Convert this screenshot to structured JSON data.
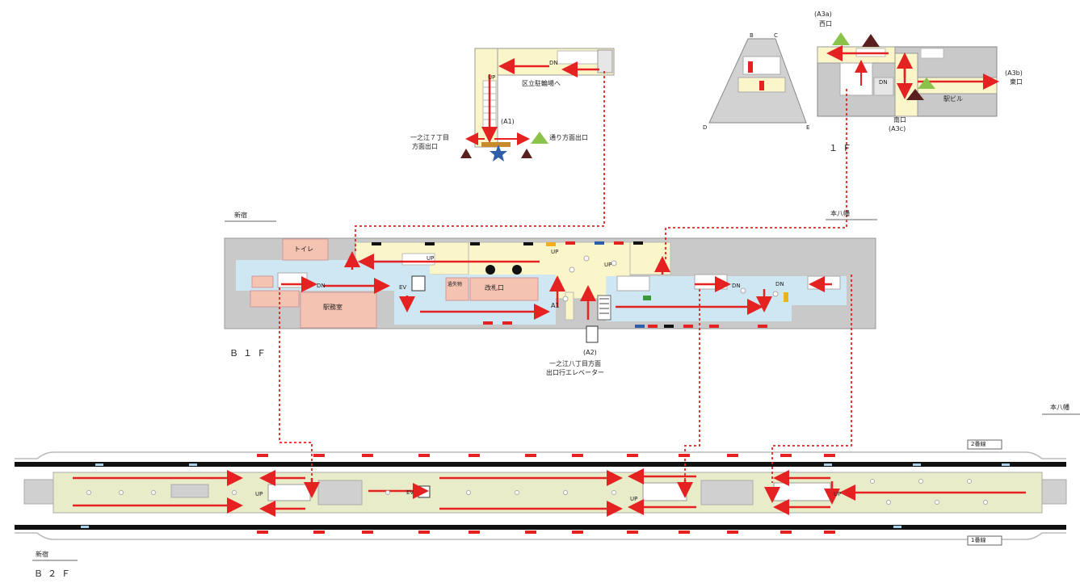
{
  "floors": {
    "b1f": "Ｂ１Ｆ",
    "b2f": "Ｂ２Ｆ",
    "f1": "１Ｆ"
  },
  "directions": {
    "shinjuku_b1": "新宿",
    "motoyawata_b1": "本八幡",
    "shinjuku_b2": "新宿",
    "motoyawata_b2": "本八幡"
  },
  "tracks": {
    "track2": "2番線",
    "track1": "1番線"
  },
  "exit_a1": {
    "label": "(A1)",
    "west_exit": [
      "一之江７丁目",
      "方面出口"
    ],
    "east_exit": "通り方面出口",
    "parking": "区立駐輪場へ"
  },
  "exit_a2": {
    "label": "(A2)",
    "desc": [
      "一之江八丁目方面",
      "出口行エレベーター"
    ]
  },
  "exit_a3": {
    "a3a": "(A3a)",
    "west": "西口",
    "a3b": "(A3b)",
    "east": "東口",
    "south": "南口",
    "a3c": "(A3c)",
    "building": "駅ビル"
  },
  "rooms": {
    "toilet": "トイレ",
    "station_office": "駅務室",
    "ticket_gate": "改札口",
    "a1_tag": "A1",
    "lost": "遺失物"
  },
  "marks": {
    "up": "UP",
    "dn": "DN",
    "ev": "EV"
  },
  "colors": {
    "concourse_blue": "#cfe6f3",
    "paid_yellow": "#fbf6c9",
    "room_pink": "#f5c3b2",
    "wall_gray": "#c9c9c9",
    "platform": "#e9ecc9",
    "route_red": "#e52222",
    "exit_green": "#8bc34a",
    "exit_brown": "#5a1f1f",
    "star_blue": "#2f5ea8"
  }
}
